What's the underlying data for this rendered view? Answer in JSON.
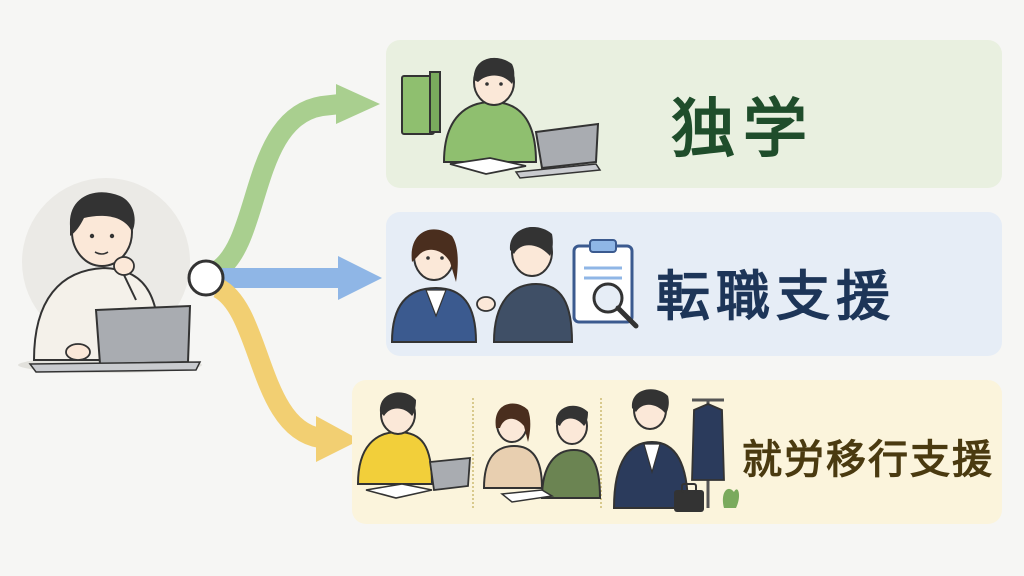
{
  "options": [
    {
      "id": "self-study",
      "label": "独学",
      "color": "#8fbf6f",
      "label_color": "#1f4d2b"
    },
    {
      "id": "job-change",
      "label": "転職支援",
      "color": "#7ba7e0",
      "label_color": "#1d3558"
    },
    {
      "id": "employment",
      "label": "就労移行支援",
      "color": "#f2cf72",
      "label_color": "#4a3a10"
    }
  ],
  "colors": {
    "background": "#f6f6f4",
    "self_study_card": "#e9f0e0",
    "job_change_card": "#e6edf6",
    "employment_card": "#fbf4dc",
    "line": "#333333"
  },
  "icons": [
    "person-at-laptop-icon",
    "branch-node-icon",
    "book-icon",
    "clipboard-magnifier-icon",
    "suit-on-rack-icon",
    "briefcase-icon"
  ]
}
